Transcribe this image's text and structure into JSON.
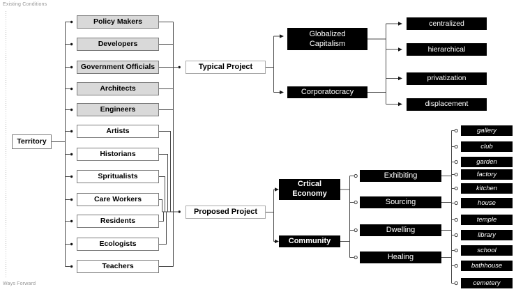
{
  "phase_labels": {
    "top": "Existing Conditions",
    "bottom": "Ways Forward"
  },
  "territory": {
    "label": "Territory"
  },
  "stakeholders": [
    {
      "label": "Policy Makers",
      "fill": "gray"
    },
    {
      "label": "Developers",
      "fill": "gray"
    },
    {
      "label": "Government Officials",
      "fill": "gray"
    },
    {
      "label": "Architects",
      "fill": "gray"
    },
    {
      "label": "Engineers",
      "fill": "gray"
    },
    {
      "label": "Artists",
      "fill": "white"
    },
    {
      "label": "Historians",
      "fill": "white"
    },
    {
      "label": "Spritualists",
      "fill": "white"
    },
    {
      "label": "Care Workers",
      "fill": "white"
    },
    {
      "label": "Residents",
      "fill": "white"
    },
    {
      "label": "Ecologists",
      "fill": "white"
    },
    {
      "label": "Teachers",
      "fill": "white"
    }
  ],
  "typical_project": {
    "label": "Typical Project",
    "systems": [
      {
        "label": "Globalized Capitalism"
      },
      {
        "label": "Corporatocracy"
      }
    ],
    "effects": [
      {
        "label": "centralized"
      },
      {
        "label": "hierarchical"
      },
      {
        "label": "privatization"
      },
      {
        "label": "displacement"
      }
    ]
  },
  "proposed_project": {
    "label": "Proposed Project",
    "pillars": [
      {
        "label": "Crtical Economy"
      },
      {
        "label": "Community"
      }
    ],
    "programs": [
      {
        "label": "Exhibiting"
      },
      {
        "label": "Sourcing"
      },
      {
        "label": "Dwelling"
      },
      {
        "label": "Healing"
      }
    ],
    "spaces": [
      {
        "label": "gallery"
      },
      {
        "label": "club"
      },
      {
        "label": "garden"
      },
      {
        "label": "factory"
      },
      {
        "label": "kitchen"
      },
      {
        "label": "house"
      },
      {
        "label": "temple"
      },
      {
        "label": "library"
      },
      {
        "label": "school"
      },
      {
        "label": "bathhouse"
      },
      {
        "label": "cemetery"
      }
    ]
  },
  "colors": {
    "node_black": "#000000",
    "node_gray": "#d9d9d9",
    "node_white": "#ffffff",
    "line": "#4a4a4a",
    "muted_label": "#949494"
  }
}
